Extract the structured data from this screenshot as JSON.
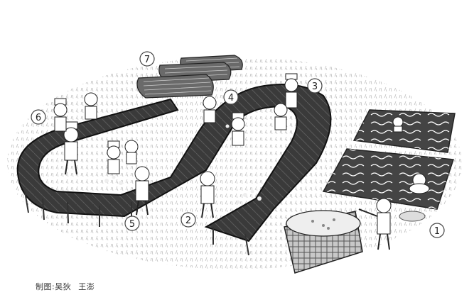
{
  "markers": [
    {
      "id": 1,
      "label": "1"
    },
    {
      "id": 2,
      "label": "2"
    },
    {
      "id": 3,
      "label": "3"
    },
    {
      "id": 4,
      "label": "4"
    },
    {
      "id": 5,
      "label": "5"
    },
    {
      "id": 6,
      "label": "6"
    },
    {
      "id": 7,
      "label": "7"
    }
  ],
  "credit": {
    "prefix": "制图:",
    "author1": "吴狄",
    "author2": "王澎"
  }
}
